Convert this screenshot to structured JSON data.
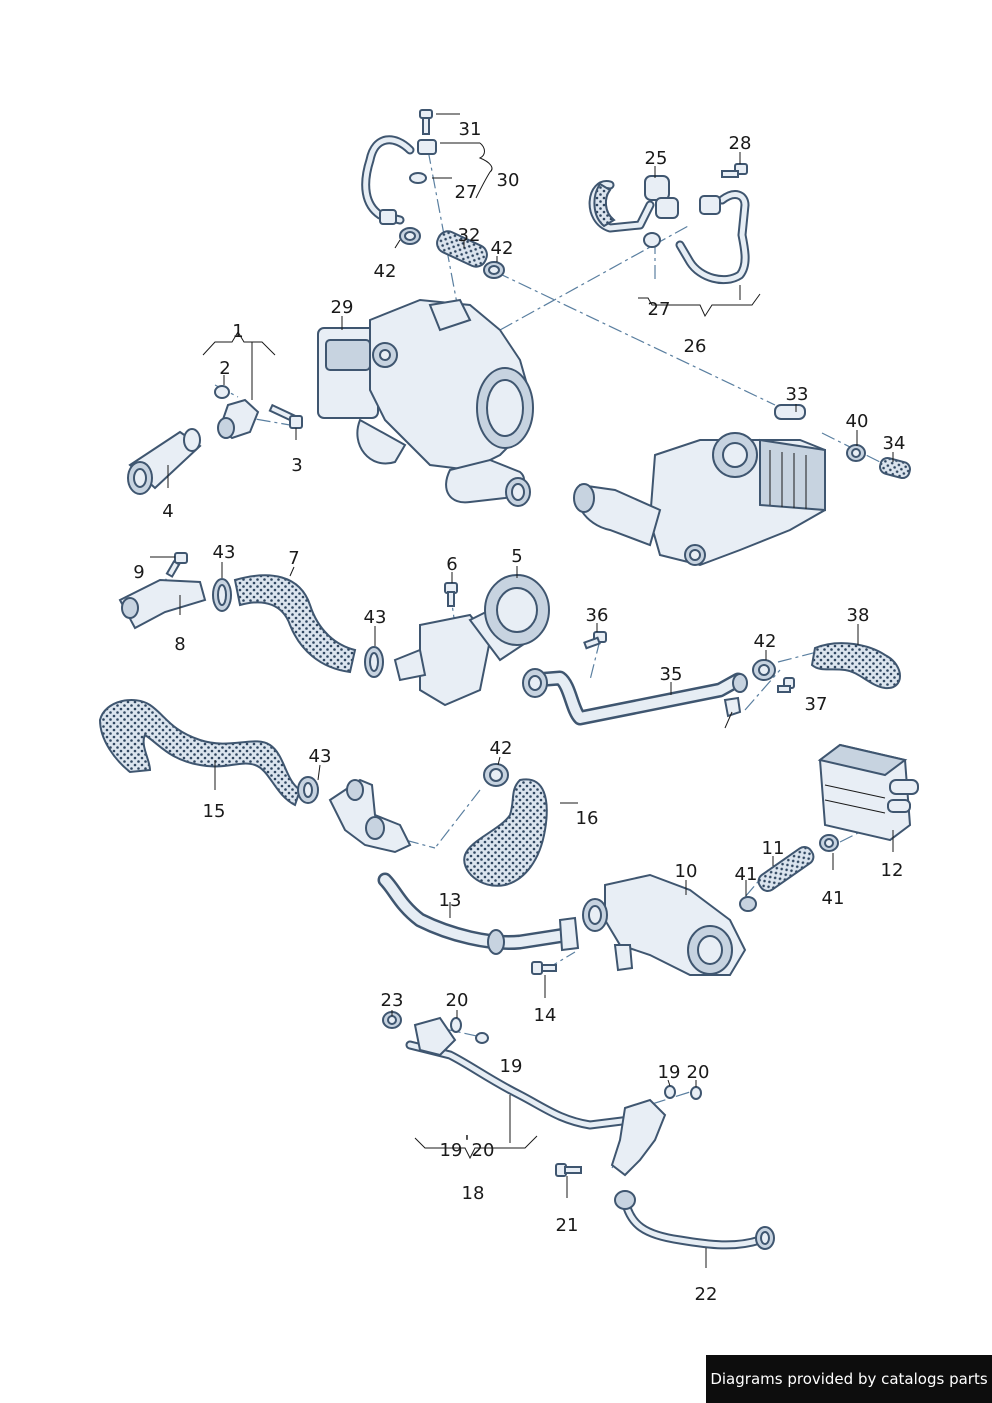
{
  "labels": {
    "p1": "1",
    "p2": "2",
    "p3": "3",
    "p4": "4",
    "p5": "5",
    "p6": "6",
    "p7": "7",
    "p8": "8",
    "p9": "9",
    "p10": "10",
    "p11a": "11",
    "p12": "12",
    "p13": "13",
    "p14": "14",
    "p15": "15",
    "p16": "16",
    "p18": "18",
    "p19a": "19",
    "p19b": "19",
    "p19c": "19",
    "p20a": "20",
    "p20b": "20",
    "p20c": "20",
    "p21": "21",
    "p22": "22",
    "p23": "23",
    "p25": "25",
    "p26": "26",
    "p27a": "27",
    "p27b": "27",
    "p28": "28",
    "p29": "29",
    "p30": "30",
    "p31": "31",
    "p32": "32",
    "p33": "33",
    "p34": "34",
    "p35": "35",
    "p36": "36",
    "p37": "37",
    "p38": "38",
    "p40": "40",
    "p41a": "41",
    "p41b": "41",
    "p42a": "42",
    "p42b": "42",
    "p42c": "42",
    "p42d": "42",
    "p43a": "43",
    "p43b": "43",
    "p43c": "43",
    "sep": "'"
  },
  "footer": {
    "text": "Diagrams provided by catalogs parts"
  },
  "colors": {
    "line": "#3f5670",
    "fill": "#e8eef5",
    "dash": "#5a7fa0",
    "footer_bg": "#0d0d0d"
  }
}
